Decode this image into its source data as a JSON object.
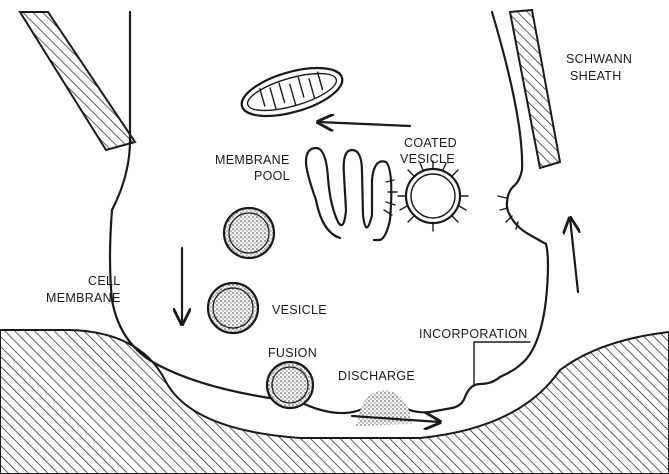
{
  "labels": {
    "schwann_sheath_line1": "SCHWANN",
    "schwann_sheath_line2": "SHEATH",
    "coated_vesicle_line1": "COATED",
    "coated_vesicle_line2": "VESICLE",
    "membrane_pool_line1": "MEMBRANE",
    "membrane_pool_line2": "POOL",
    "cell_membrane_line1": "CELL",
    "cell_membrane_line2": "MEMBRANE",
    "vesicle": "VESICLE",
    "fusion": "FUSION",
    "discharge": "DISCHARGE",
    "incorporation": "INCORPORATION"
  }
}
